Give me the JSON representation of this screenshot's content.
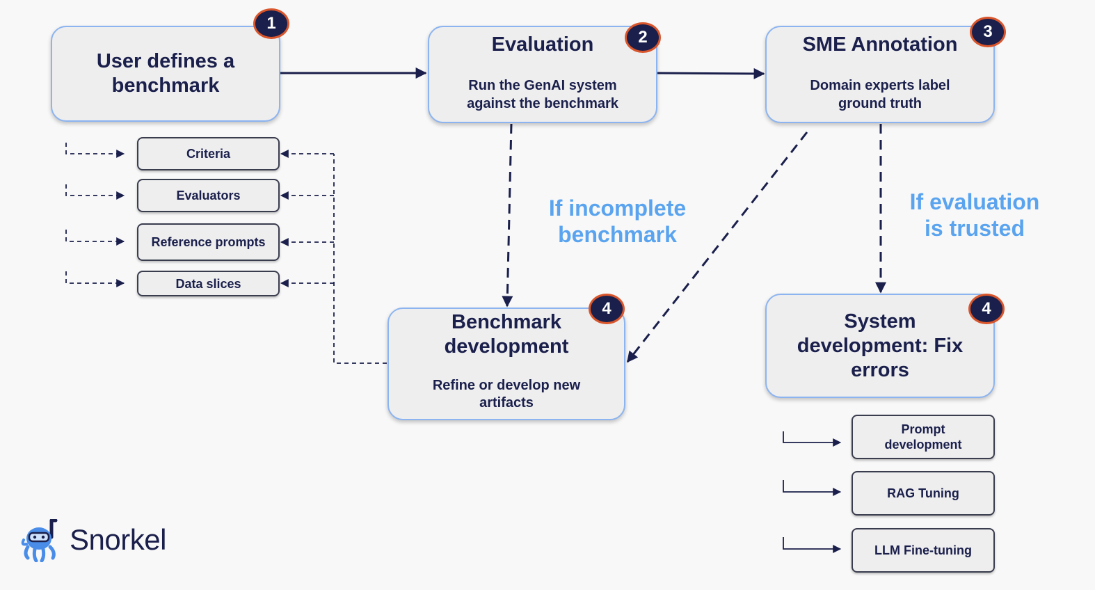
{
  "steps": {
    "define": {
      "title": "User defines a benchmark",
      "badge": "1"
    },
    "evaluation": {
      "title": "Evaluation",
      "subtitle": "Run the GenAI system against the benchmark",
      "badge": "2"
    },
    "sme": {
      "title": "SME Annotation",
      "subtitle": "Domain experts label ground truth",
      "badge": "3"
    },
    "benchmark_dev": {
      "title": "Benchmark development",
      "subtitle": "Refine or develop new artifacts",
      "badge": "4"
    },
    "system_dev": {
      "title": "System development: Fix errors",
      "badge": "4"
    }
  },
  "artifacts": [
    "Criteria",
    "Evaluators",
    "Reference prompts",
    "Data slices"
  ],
  "fixes": [
    "Prompt development",
    "RAG Tuning",
    "LLM Fine-tuning"
  ],
  "conditions": {
    "incomplete": "If incomplete benchmark",
    "trusted": "If evaluation is trusted"
  },
  "logo": {
    "text": "Snorkel",
    "icon": "octopus-snorkel-icon"
  },
  "colors": {
    "navy": "#1a1f4b",
    "box_border": "#8cb4f0",
    "note_blue": "#5aa4ef",
    "badge_ring": "#d9552b"
  }
}
